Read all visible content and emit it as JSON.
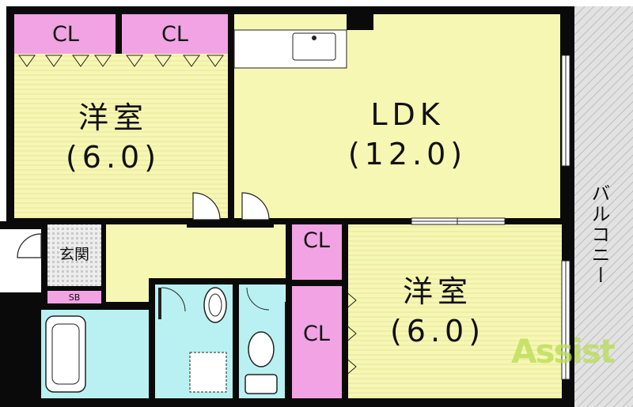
{
  "rooms": {
    "western_room_1": {
      "name": "洋室",
      "size": "(6.0)"
    },
    "ldk": {
      "name": "LDK",
      "size": "(12.0)"
    },
    "western_room_2": {
      "name": "洋室",
      "size": "(6.0)"
    },
    "entrance": "玄関",
    "balcony": "バルコニー"
  },
  "storage": {
    "cl_label": "CL",
    "sb_label": "SB"
  },
  "colors": {
    "floor": "#f7f7b4",
    "closet": "#f2a3e3",
    "wet_area": "#b9f1f2",
    "wall": "#0a0a0a",
    "balcony": "#d9d9d9"
  },
  "watermark": "Assist"
}
